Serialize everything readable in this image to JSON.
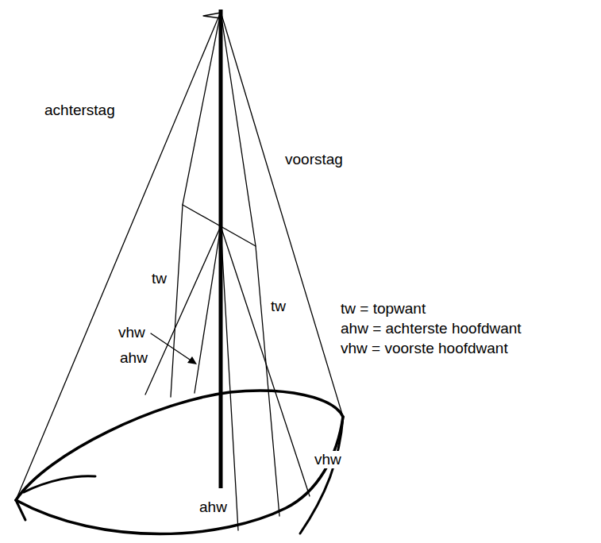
{
  "diagram": {
    "labels": [
      "achterstag",
      "voorstag",
      "tw",
      "tw",
      "vhw",
      "ahw",
      "vhw",
      "ahw",
      "tw = topwant",
      "ahw = achterste hoofdwant",
      "vhw = voorste hoofdwant"
    ]
  }
}
